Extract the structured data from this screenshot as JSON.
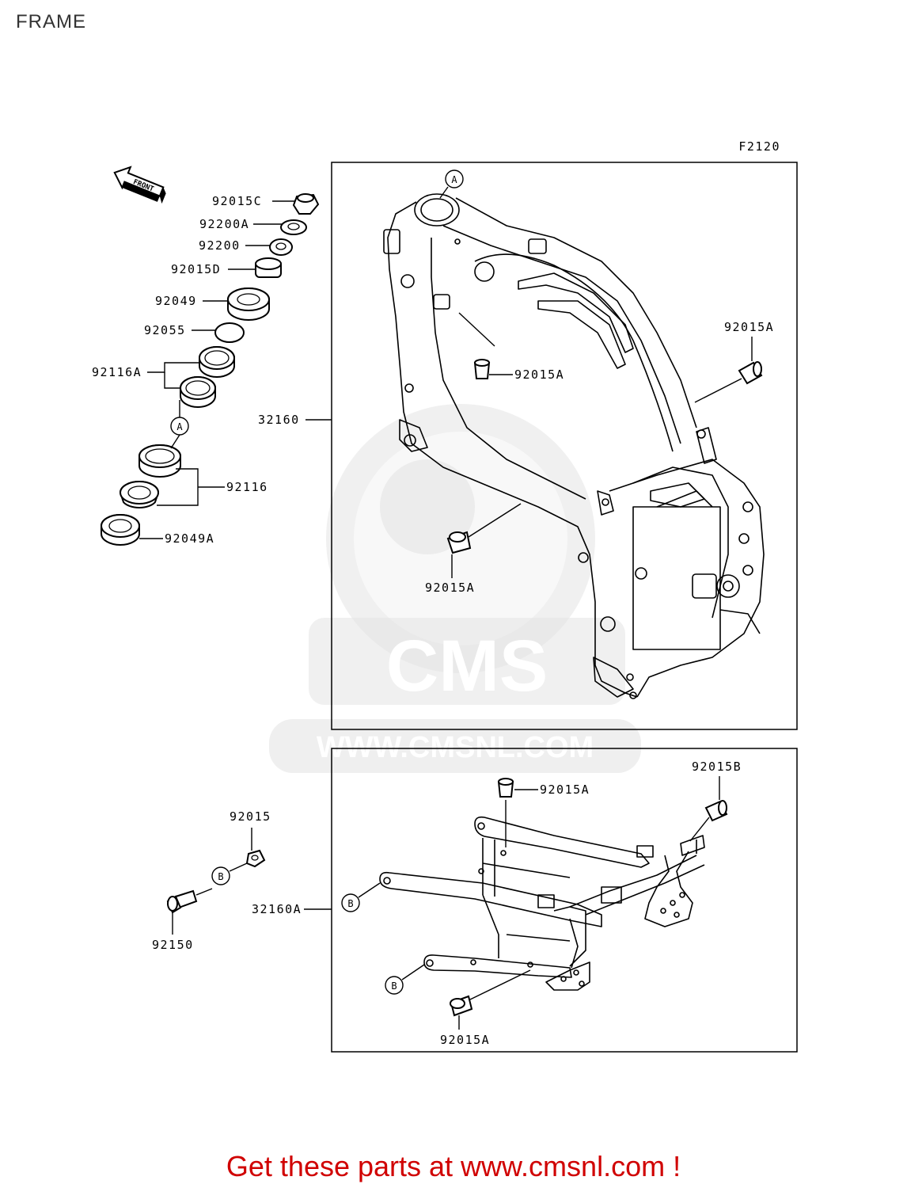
{
  "page": {
    "title": "FRAME"
  },
  "diagram": {
    "code": "F2120",
    "front_arrow": "FRONT",
    "callouts": {
      "c92015C": "92015C",
      "c92200A": "92200A",
      "c92200": "92200",
      "c92015D": "92015D",
      "c92049": "92049",
      "c92055": "92055",
      "c92116A": "92116A",
      "c92116": "92116",
      "c92049A": "92049A",
      "c32160": "32160",
      "c92015A_1": "92015A",
      "c92015A_2": "92015A",
      "c92015A_3": "92015A",
      "c92015A_4": "92015A",
      "c92015A_5": "92015A",
      "c92015B": "92015B",
      "c92015": "92015",
      "c92150": "92150",
      "c32160A": "32160A"
    },
    "markers": {
      "A1": "A",
      "A2": "A",
      "B1": "B",
      "B2": "B",
      "B3": "B"
    },
    "watermark": {
      "brand": "CMS",
      "url": "WWW.CMSNL.COM"
    }
  },
  "promo": {
    "text": "Get these parts at www.cmsnl.com !",
    "color": "#d00000"
  }
}
